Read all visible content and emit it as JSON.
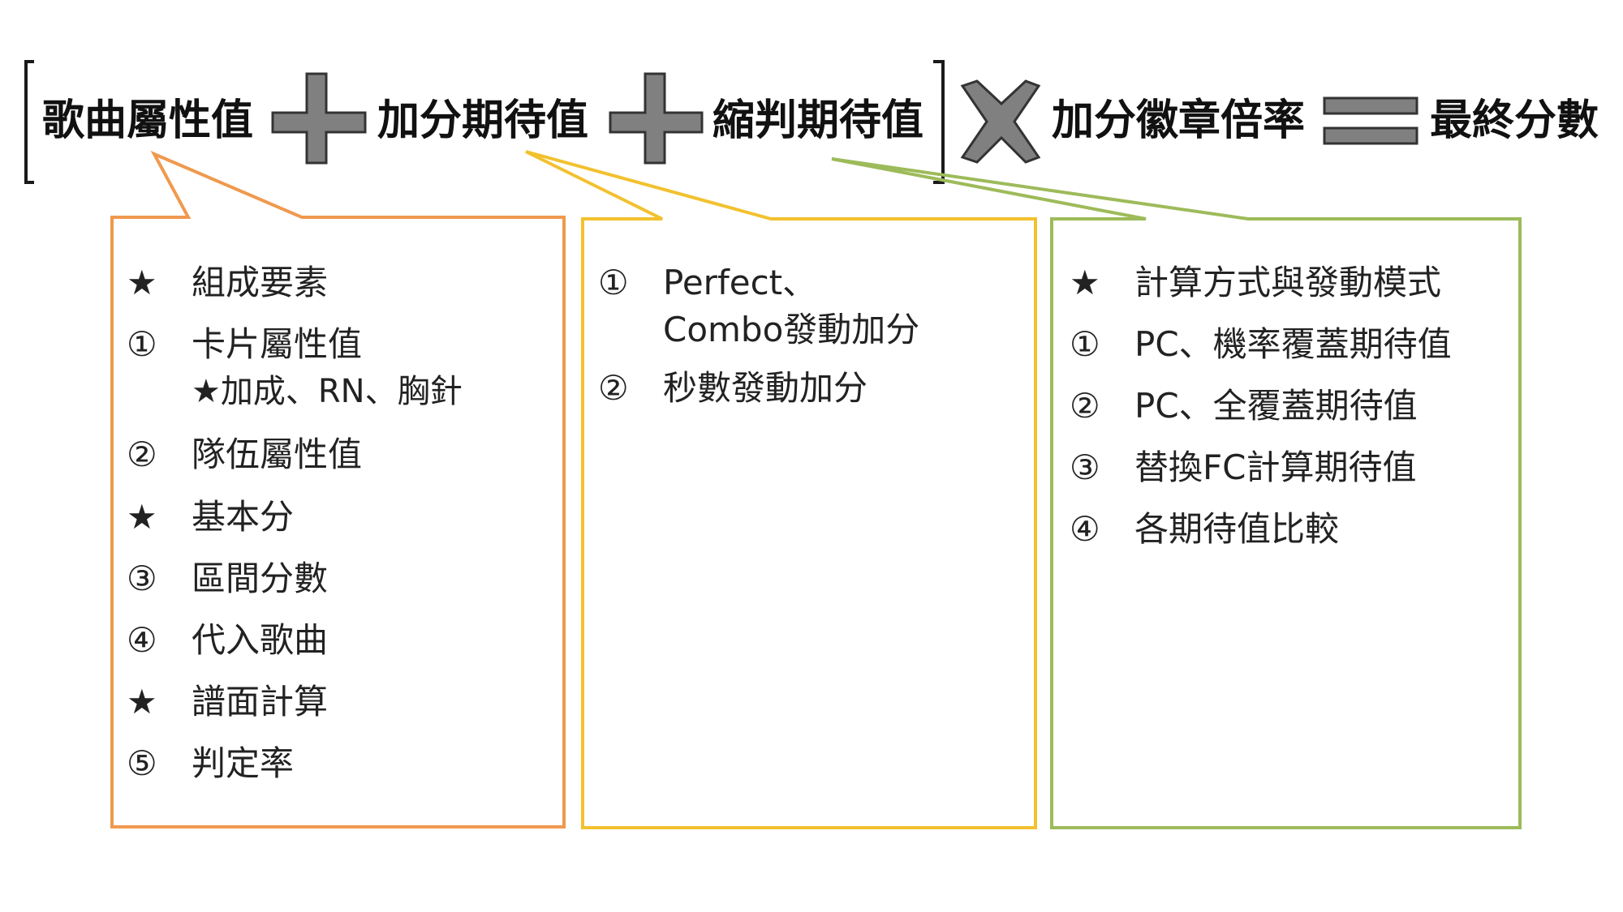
{
  "formula": {
    "term1": "歌曲屬性值",
    "term2": "加分期待值",
    "term3": "縮判期待值",
    "term4": "加分徽章倍率",
    "result": "最終分數"
  },
  "boxes": [
    {
      "color": "#F0994E",
      "items": [
        {
          "bullet": "★",
          "text": "組成要素"
        },
        {
          "bullet": "①",
          "text": "卡片屬性值",
          "sub": "★加成、RN、胸針"
        },
        {
          "bullet": "②",
          "text": "隊伍屬性值"
        },
        {
          "bullet": "★",
          "text": "基本分"
        },
        {
          "bullet": "③",
          "text": "區間分數"
        },
        {
          "bullet": "④",
          "text": "代入歌曲"
        },
        {
          "bullet": "★",
          "text": "譜面計算"
        },
        {
          "bullet": "⑤",
          "text": "判定率"
        }
      ]
    },
    {
      "color": "#F2C12E",
      "items": [
        {
          "bullet": "①",
          "text": "Perfect、",
          "sub": "Combo發動加分"
        },
        {
          "bullet": "②",
          "text": "秒數發動加分"
        }
      ]
    },
    {
      "color": "#9DBB5A",
      "items": [
        {
          "bullet": "★",
          "text": "計算方式與發動模式"
        },
        {
          "bullet": "①",
          "text": "PC、機率覆蓋期待值"
        },
        {
          "bullet": "②",
          "text": "PC、全覆蓋期待值"
        },
        {
          "bullet": "③",
          "text": "替換FC計算期待值"
        },
        {
          "bullet": "④",
          "text": "各期待值比較"
        }
      ]
    }
  ],
  "icons": {
    "operators": [
      "plus-icon",
      "plus-icon",
      "times-icon",
      "equals-icon"
    ],
    "operator_fill": "#808080",
    "operator_stroke": "#333333"
  }
}
